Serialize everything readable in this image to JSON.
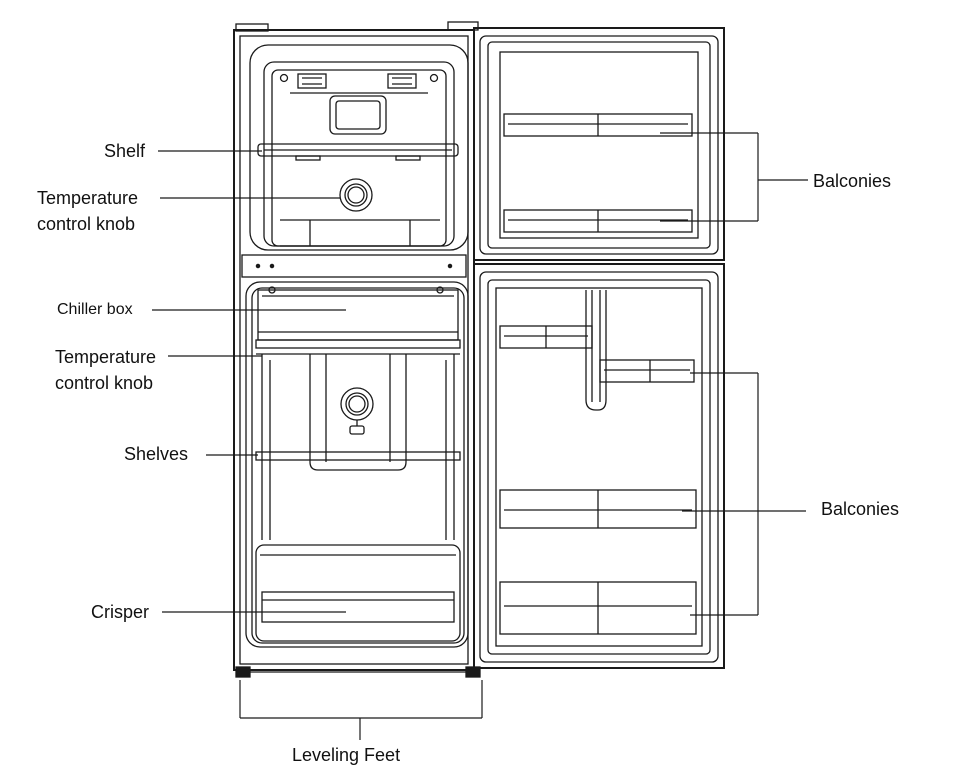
{
  "labels": {
    "shelf": "Shelf",
    "freezer_knob": [
      "Temperature",
      "control knob"
    ],
    "chiller_box": "Chiller box",
    "fridge_knob": [
      "Temperature",
      "control knob"
    ],
    "shelves": "Shelves",
    "crisper": "Crisper",
    "leveling_feet": "Leveling Feet",
    "balconies_top": "Balconies",
    "balconies_bottom": "Balconies"
  },
  "colors": {
    "line": "#1a1a1a",
    "background": "#ffffff"
  }
}
